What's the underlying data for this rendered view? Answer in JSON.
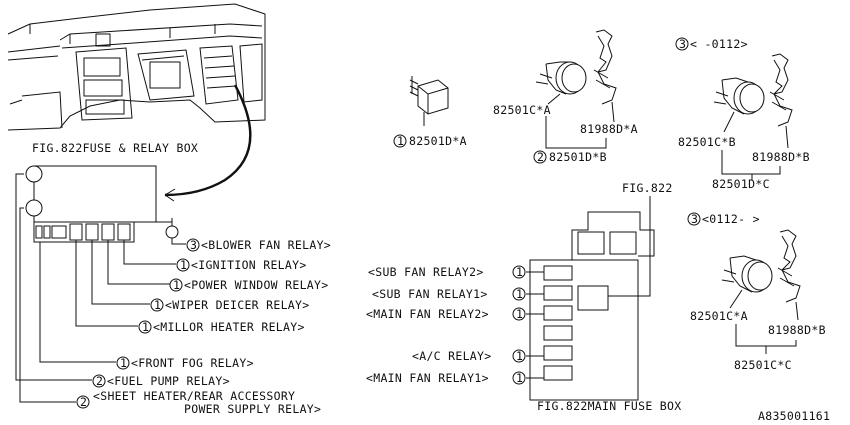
{
  "dash_label": "FIG.822FUSE & RELAY BOX",
  "relay_box_labels": {
    "blower": {
      "num": "3",
      "text": "<BLOWER FAN RELAY>"
    },
    "ignition": {
      "num": "1",
      "text": "<IGNITION RELAY>"
    },
    "power_window": {
      "num": "1",
      "text": "<POWER WINDOW RELAY>"
    },
    "wiper": {
      "num": "1",
      "text": "<WIPER DEICER RELAY>"
    },
    "millor": {
      "num": "1",
      "text": "<MILLOR HEATER RELAY>"
    },
    "front_fog": {
      "num": "1",
      "text": "<FRONT FOG RELAY>"
    },
    "fuel_pump": {
      "num": "2",
      "text": "<FUEL PUMP RELAY>"
    },
    "sheet_heater_1": {
      "num": "2",
      "text": "<SHEET HEATER/REAR ACCESSORY"
    },
    "sheet_heater_2": "POWER SUPPLY RELAY>"
  },
  "main_fuse_box": {
    "fig_ref": "FIG.822",
    "caption": "FIG.822MAIN FUSE BOX",
    "labels": [
      {
        "text": "<SUB FAN RELAY2>",
        "num": "1"
      },
      {
        "text": "<SUB FAN RELAY1>",
        "num": "1"
      },
      {
        "text": "<MAIN FAN RELAY2>",
        "num": "1"
      },
      {
        "text": "<A/C RELAY>",
        "num": "1"
      },
      {
        "text": "<MAIN FAN RELAY1>",
        "num": "1"
      }
    ]
  },
  "parts": {
    "p1": {
      "num": "1",
      "code": "82501D*A"
    },
    "p2_relay": "82501C*A",
    "p2_clip": "81988D*A",
    "p2": {
      "num": "2",
      "code": "82501D*B"
    },
    "p3_date": {
      "num": "3",
      "text": "<  -0112>"
    },
    "p3_relay": "82501C*B",
    "p3_clip": "81988D*B",
    "p3_code": "82501D*C",
    "p4_date": {
      "num": "3",
      "text": "<0112-  >"
    },
    "p4_relay": "82501C*A",
    "p4_clip": "81988D*B",
    "p4_code": "82501C*C"
  },
  "drawing_id": "A835001161"
}
